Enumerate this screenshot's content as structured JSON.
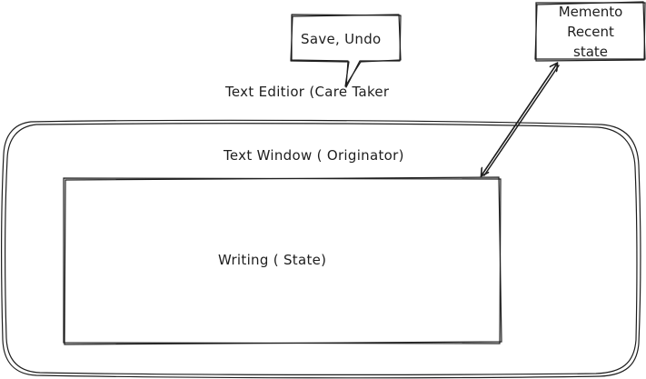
{
  "callout": {
    "text": "Save, Undo"
  },
  "caretaker": {
    "label": "Text Editior (Care Taker"
  },
  "memento": {
    "lines": [
      "Memento",
      "Recent",
      "state"
    ]
  },
  "originator": {
    "label": "Text Window ( Originator)"
  },
  "state": {
    "label": "Writing ( State)"
  },
  "colors": {
    "stroke": "#1e1e1e",
    "background": "#ffffff"
  }
}
